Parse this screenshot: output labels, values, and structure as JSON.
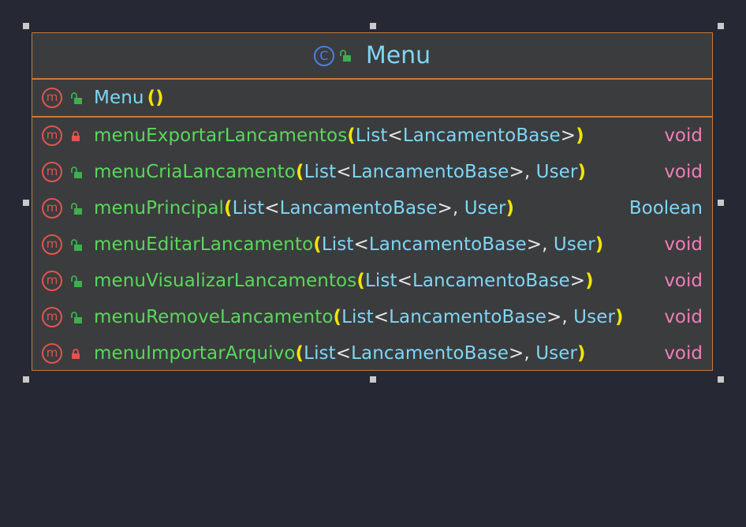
{
  "class": {
    "badge": "C",
    "name": "Menu",
    "icons": {
      "class_icon": "class-c-icon",
      "visibility_icon": "unlock-icon"
    }
  },
  "constructor": {
    "badge": "m",
    "name": "Menu",
    "params": "()",
    "visibility": "public"
  },
  "methods": [
    {
      "badge": "m",
      "visibility": "private",
      "name": "menuExportarLancamentos",
      "param_type": "List",
      "generic": "LancamentoBase",
      "extra_param": "",
      "return_type": "void"
    },
    {
      "badge": "m",
      "visibility": "public",
      "name": "menuCriaLancamento",
      "param_type": "List",
      "generic": "LancamentoBase",
      "extra_param": "User",
      "return_type": "void"
    },
    {
      "badge": "m",
      "visibility": "public",
      "name": "menuPrincipal",
      "param_type": "List",
      "generic": "LancamentoBase",
      "extra_param": "User",
      "return_type": "Boolean"
    },
    {
      "badge": "m",
      "visibility": "public",
      "name": "menuEditarLancamento",
      "param_type": "List",
      "generic": "LancamentoBase",
      "extra_param": "User",
      "return_type": "void"
    },
    {
      "badge": "m",
      "visibility": "public",
      "name": "menuVisualizarLancamentos",
      "param_type": "List",
      "generic": "LancamentoBase",
      "extra_param": "",
      "return_type": "void"
    },
    {
      "badge": "m",
      "visibility": "public",
      "name": "menuRemoveLancamento",
      "param_type": "List",
      "generic": "LancamentoBase",
      "extra_param": "User",
      "return_type": "void"
    },
    {
      "badge": "m",
      "visibility": "private",
      "name": "menuImportarArquivo",
      "param_type": "List",
      "generic": "LancamentoBase",
      "extra_param": "User",
      "return_type": "void"
    }
  ],
  "colors": {
    "background": "#262833",
    "node_fill": "#3b3c3e",
    "border": "#c97b3a",
    "method_name": "#59d85b",
    "type": "#7fd6f5",
    "paren": "#f2e400",
    "void": "#f07fb7",
    "private_lock": "#e0554f",
    "public_lock": "#3fae4d"
  }
}
